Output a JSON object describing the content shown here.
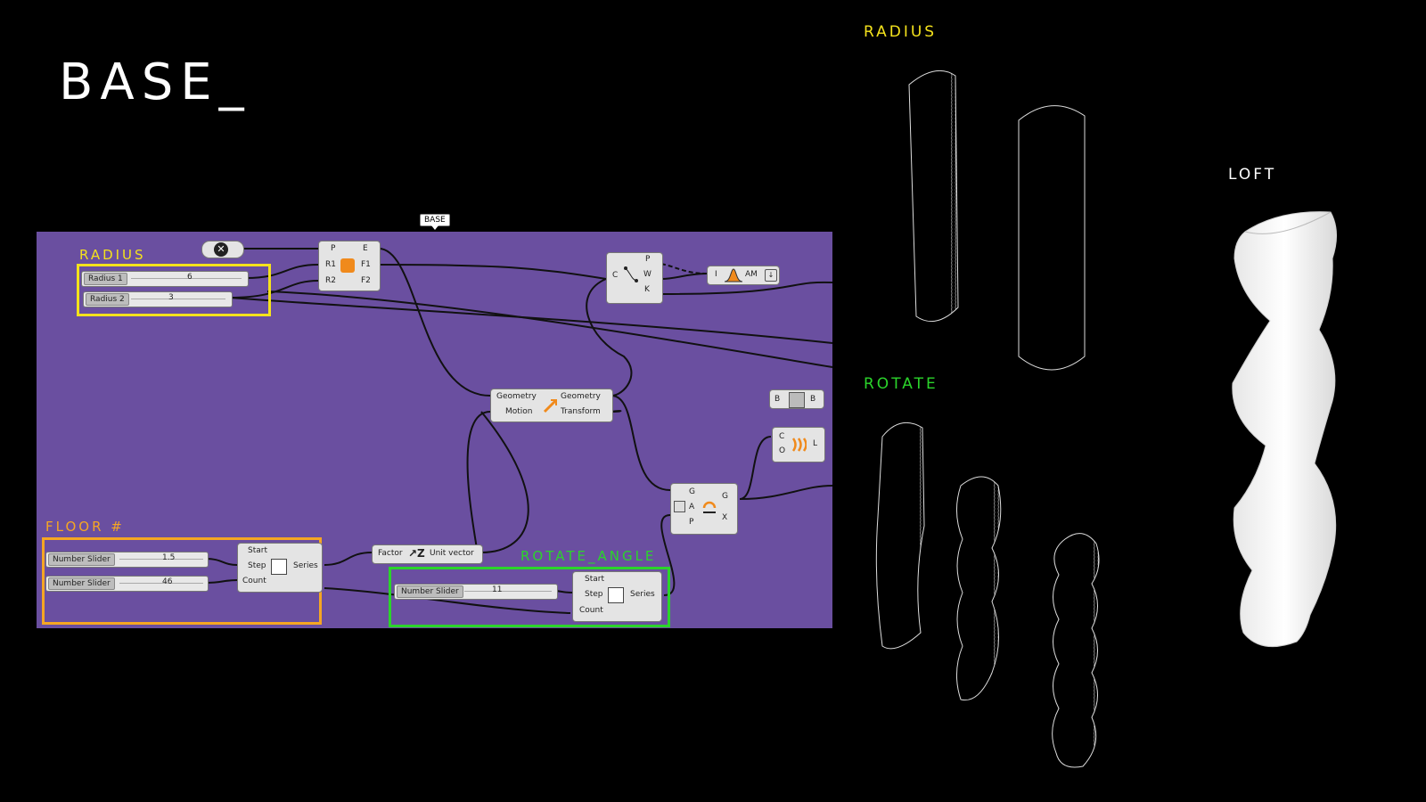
{
  "page_title": "BASE_",
  "labels": {
    "radius_right": "RADIUS",
    "rotate_right": "ROTATE",
    "loft_right": "LOFT",
    "radius_group": "RADIUS",
    "floor_group": "FLOOR #",
    "rotate_group": "ROTATE_ANGLE",
    "canvas_tag": "BASE"
  },
  "sliders": {
    "radius1": {
      "name": "Radius 1",
      "value": "6"
    },
    "radius2": {
      "name": "Radius 2",
      "value": "3"
    },
    "floor1": {
      "name": "Number Slider",
      "value": "1.5"
    },
    "floor2": {
      "name": "Number Slider",
      "value": "46"
    },
    "rotate": {
      "name": "Number Slider",
      "value": "11"
    }
  },
  "components": {
    "ellipse": {
      "in": [
        "P",
        "R1",
        "R2"
      ],
      "out": [
        "E",
        "F1",
        "F2"
      ]
    },
    "series1": {
      "in": [
        "Start",
        "Step",
        "Count"
      ],
      "out": "Series"
    },
    "series2": {
      "in": [
        "Start",
        "Step",
        "Count"
      ],
      "out": "Series"
    },
    "move": {
      "in": [
        "Geometry",
        "Motion"
      ],
      "out": [
        "Geometry",
        "Transform"
      ]
    },
    "unit": {
      "in": "Factor",
      "out": "Unit vector"
    },
    "curve_pts": {
      "in": "C",
      "out": [
        "P",
        "W",
        "K"
      ]
    },
    "graph": {
      "in": "I",
      "out": "AM"
    },
    "rotate": {
      "in": [
        "G",
        "A",
        "P"
      ],
      "out": [
        "G",
        "X"
      ]
    },
    "loft": {
      "in": [
        "C",
        "O"
      ],
      "out": "L"
    },
    "brep": {
      "in": "B",
      "out": "B"
    }
  },
  "colors": {
    "canvas": "#6a4fa0",
    "radius_frame": "#f4e21c",
    "floor_frame": "#f5a623",
    "rotate_frame": "#2bd42b"
  }
}
